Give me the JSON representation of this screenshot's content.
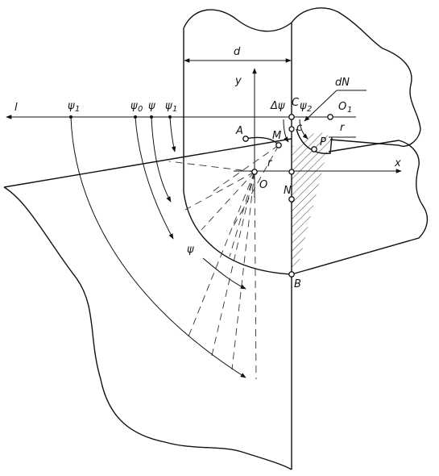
{
  "labels": {
    "l": "l",
    "y": "y",
    "x": "x",
    "d": "d",
    "dN": "dN",
    "O1": "O",
    "O1_sub": "1",
    "O": "O",
    "A": "A",
    "B": "B",
    "N": "N",
    "M": "M",
    "P": "P",
    "C": "C",
    "r": "r",
    "r_small": "r",
    "psi": "ψ",
    "psi_main": "ψ",
    "psi1": "ψ",
    "psi1_sub": "1",
    "psi1b": "ψ",
    "psi1b_sub": "1",
    "psi0": "ψ",
    "psi0_sub": "0",
    "psi2": "ψ",
    "psi2_sub": "2",
    "delta_psi": "Δψ",
    "c": "c"
  },
  "colors": {
    "ink": "#111111",
    "paper": "#ffffff"
  }
}
